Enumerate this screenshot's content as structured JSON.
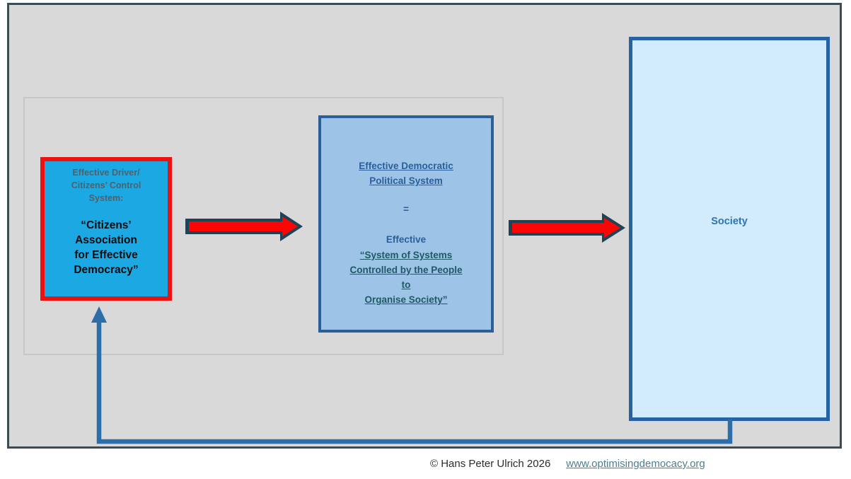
{
  "driver_box": {
    "title_lines": [
      "Effective Driver/",
      "Citizens’ Control",
      "System:"
    ],
    "name_lines": [
      "“Citizens’",
      "Association",
      "for Effective",
      "Democracy”"
    ]
  },
  "political_system_box": {
    "heading_lines": [
      "Effective Democratic",
      "Political System"
    ],
    "equals": "=",
    "qualifier": "Effective",
    "quote_lines": [
      "“System of Systems",
      "Controlled by the People",
      "to",
      "Organise Society”"
    ]
  },
  "society_box": {
    "label": "Society"
  },
  "icons": {
    "flow_arrow_1": "right-block-arrow",
    "flow_arrow_2": "right-block-arrow",
    "feedback_arrow": "up-feedback-arrow"
  },
  "footer": {
    "copyright": "© Hans Peter Ulrich 2026",
    "website": "www.optimisingdemocacy.org"
  },
  "colors": {
    "background": "#d9d9d9",
    "frame_border": "#3b4c55",
    "panel_border": "#c5c8ca",
    "driver_fill": "#1ba8e3",
    "driver_border": "#ee1111",
    "driver_title_text": "#546067",
    "mid_fill": "#9dc3e6",
    "mid_border": "#2a5f9c",
    "mid_text": "#2a5f9c",
    "quote_text": "#1e5966",
    "society_fill": "#d2ecfc",
    "society_border": "#2563a5",
    "society_text": "#2e74b5",
    "arrow_fill": "#fb0505",
    "arrow_outline": "#1f4356",
    "feedback_line": "#2d6da8",
    "link_text": "#4e7f8c",
    "copyright_text": "#2b2b2b"
  }
}
